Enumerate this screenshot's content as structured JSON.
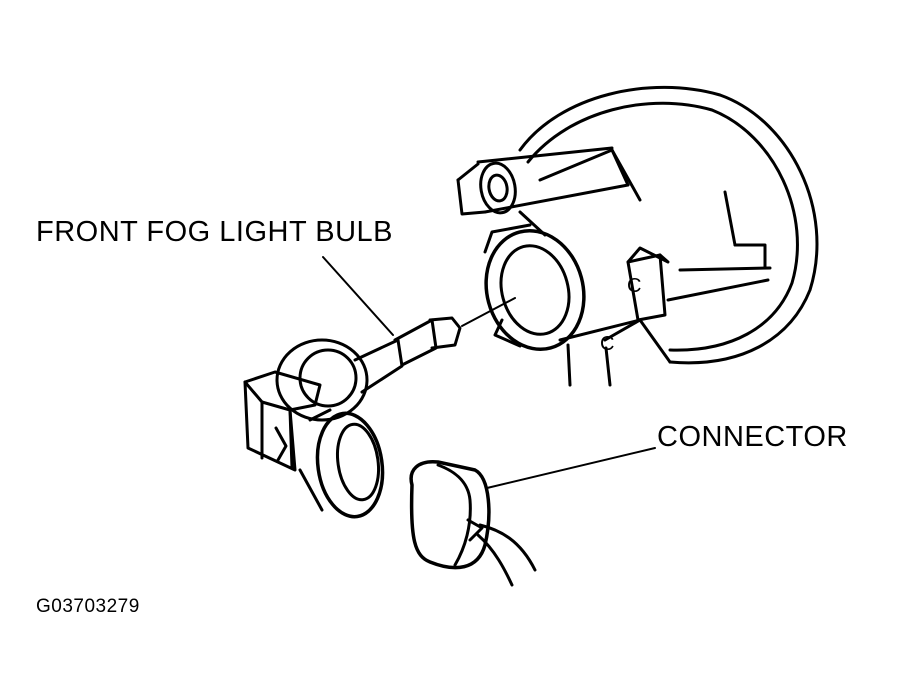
{
  "labels": {
    "bulb": "FRONT FOG LIGHT BULB",
    "connector": "CONNECTOR",
    "figure_code": "G03703279"
  },
  "housing_marks": [
    "C",
    "C"
  ],
  "colors": {
    "ink": "#000000",
    "paper": "#ffffff"
  }
}
